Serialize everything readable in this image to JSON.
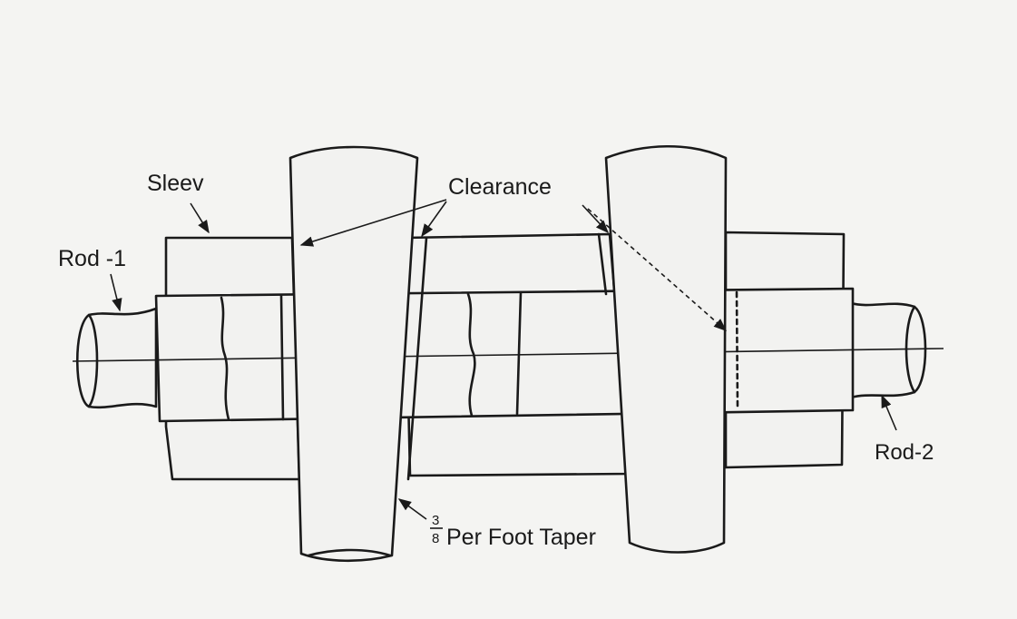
{
  "labels": {
    "rod1": "Rod -1",
    "sleeve": "Sleev",
    "clearance": "Clearance",
    "rod2": "Rod-2",
    "taper_numerator": "3",
    "taper_denominator": "8",
    "taper_text": "Per Foot Taper"
  },
  "colors": {
    "ink": "#1a1a1a",
    "paper": "#f4f4f2"
  }
}
